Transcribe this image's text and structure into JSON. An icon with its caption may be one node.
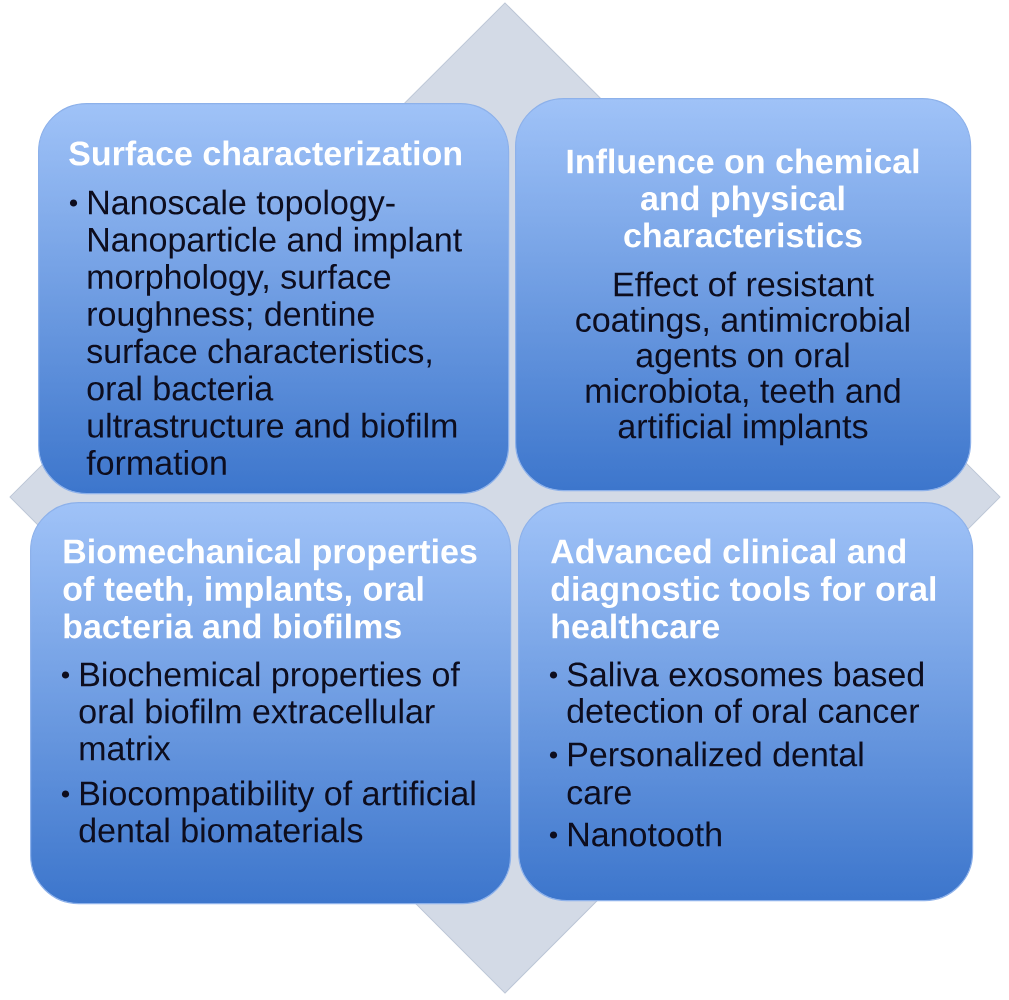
{
  "diagram": {
    "nodes": [
      {
        "text": [
          "Surface characterization",
          "Nanoscale topology- Nanoparticle and implant morphology, surface roughness; dentine surface characteristics, oral bacteria ultrastructure and biofilm formation"
        ]
      },
      {
        "text": [
          "Influence on chemical and physical characteristics",
          "Effect of resistant coatings, antimicrobial agents on oral microbiota, teeth and artificial implants"
        ]
      },
      {
        "text": [
          "Biomechanical properties of teeth, implants, oral bacteria and biofilms",
          "Biochemical properties of oral biofilm extracellular matrix",
          "Biocompatibility of artificial dental biomaterials"
        ]
      },
      {
        "text": [
          "Advanced clinical and diagnostic tools for oral healthcare",
          "Saliva exosomes based detection of oral cancer",
          "Personalized dental care",
          "Nanotooth"
        ]
      }
    ]
  }
}
